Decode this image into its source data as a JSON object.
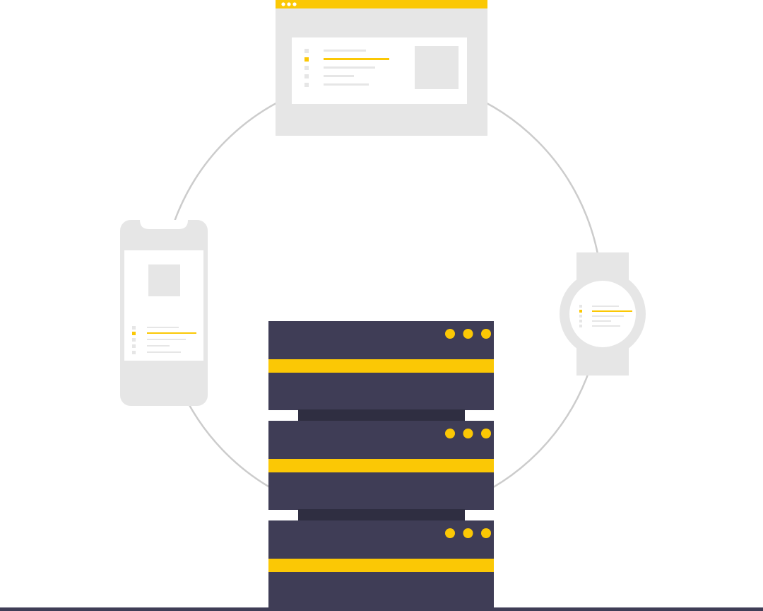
{
  "colors": {
    "accent": "#fbc805",
    "server": "#3f3d56",
    "server_dark": "#2f2e41",
    "device": "#e6e6e6",
    "screen": "#ffffff",
    "ring": "#cccccc"
  },
  "illustration": {
    "subject": "server-connected-to-devices",
    "devices": [
      "browser-window-icon",
      "phone-icon",
      "smartwatch-icon"
    ],
    "server_unit_count": 3,
    "indicator_lights_per_unit": 3
  }
}
